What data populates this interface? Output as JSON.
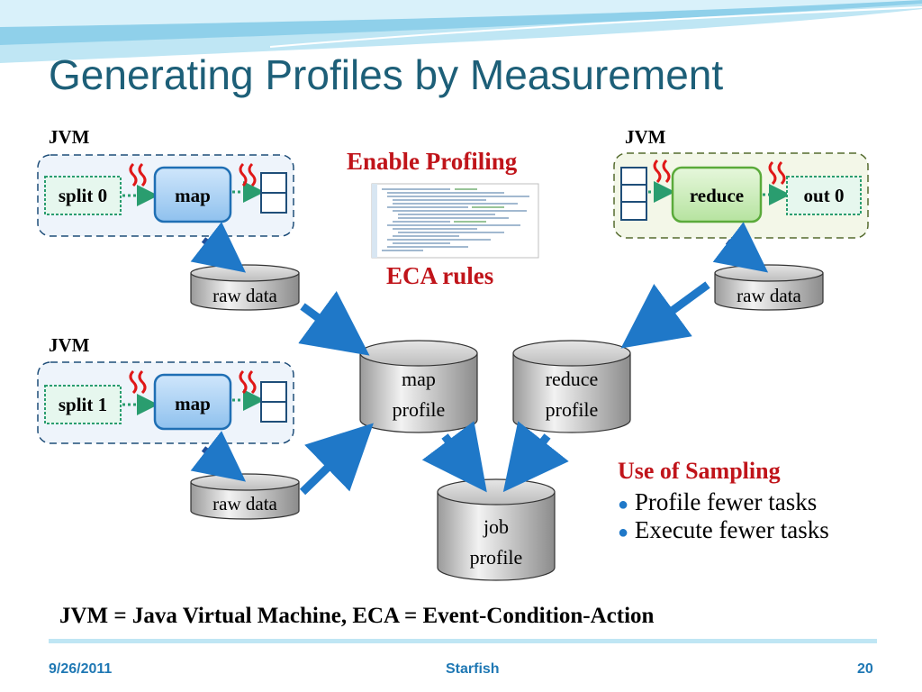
{
  "slide": {
    "title": "Generating Profiles by Measurement",
    "enable_profiling": "Enable Profiling",
    "eca_rules": "ECA rules",
    "legend": "JVM = Java Virtual Machine,  ECA = Event-Condition-Action",
    "footer": {
      "date": "9/26/2011",
      "center": "Starfish",
      "page": "20"
    }
  },
  "jvms": [
    {
      "label": "JVM",
      "input": "split 0",
      "task": "map"
    },
    {
      "label": "JVM",
      "input": "split 1",
      "task": "map"
    },
    {
      "label": "JVM",
      "task": "reduce",
      "output": "out 0"
    }
  ],
  "stores": {
    "raw_data_1": "raw data",
    "raw_data_2": "raw data",
    "raw_data_3": "raw data",
    "map_profile": [
      "map",
      "profile"
    ],
    "reduce_profile": [
      "reduce",
      "profile"
    ],
    "job_profile": [
      "job",
      "profile"
    ]
  },
  "sampling": {
    "heading": "Use of Sampling",
    "bullets": [
      "Profile fewer tasks",
      "Execute fewer tasks"
    ]
  },
  "colors": {
    "title": "#1d5f78",
    "accent_red": "#c0141a",
    "arrow_blue": "#1f78c8",
    "footer": "#1f78b4"
  }
}
